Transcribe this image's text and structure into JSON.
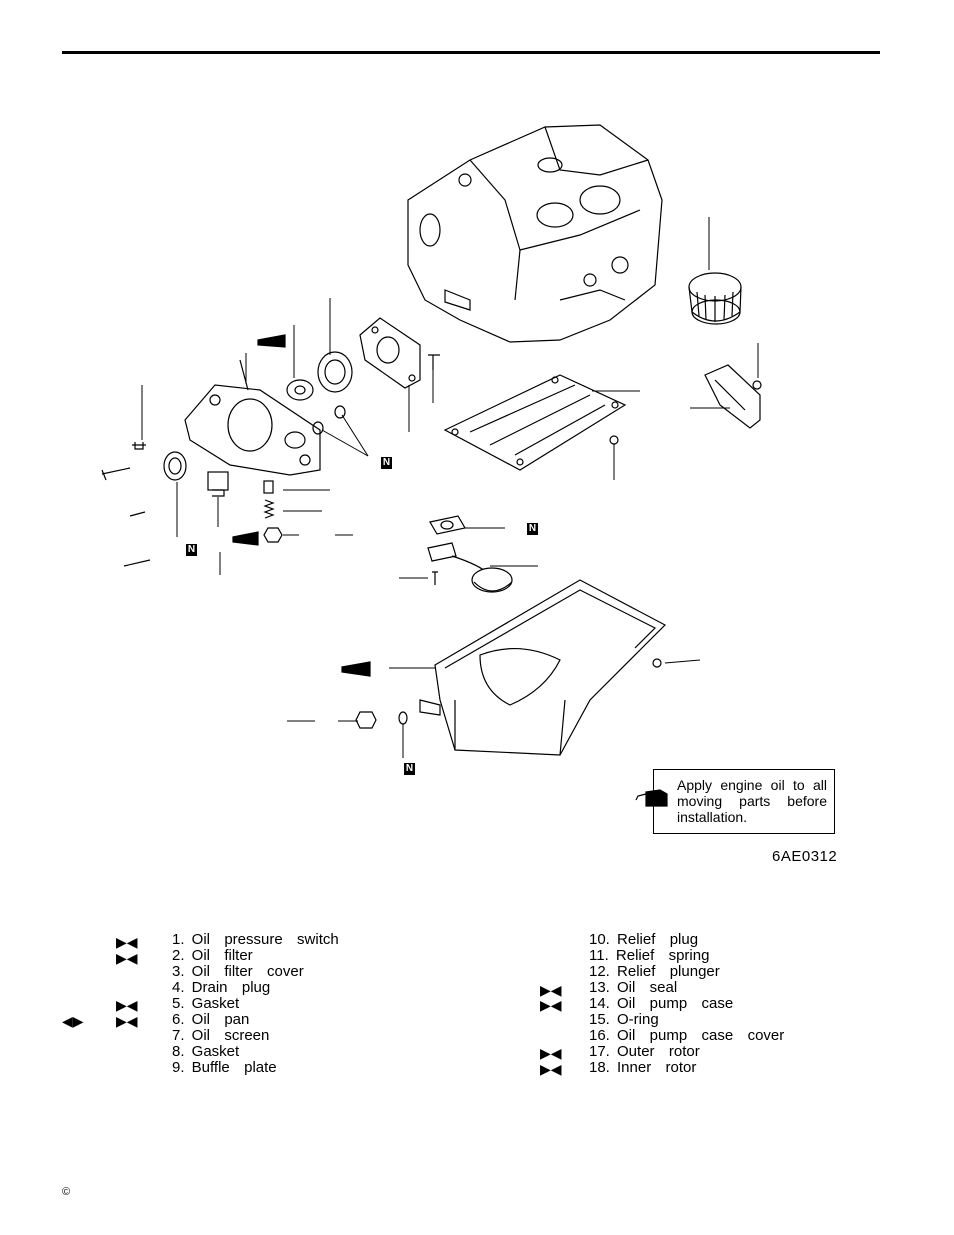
{
  "note": {
    "text": "Apply engine oil to all moving parts before installation."
  },
  "figure_id": "6AE0312",
  "badge_letter": "N",
  "legend_left": [
    "1. Oil  pressure  switch",
    "2. Oil  filter",
    "3. Oil  filter  cover",
    "4. Drain  plug",
    "5. Gasket",
    "6. Oil  pan",
    "7. Oil  screen",
    "8. Gasket",
    "9. Buffle  plate"
  ],
  "legend_right": [
    "10. Relief  plug",
    "11. Relief  spring",
    "12. Relief  plunger",
    "13. Oil  seal",
    "14. Oil  pump  case",
    "15. O-ring",
    "16. Oil  pump  case  cover",
    "17. Outer  rotor",
    "18. Inner  rotor"
  ],
  "marks": {
    "pair": "▶◀",
    "reverse_pair": "◀▶"
  },
  "copyright": "©"
}
